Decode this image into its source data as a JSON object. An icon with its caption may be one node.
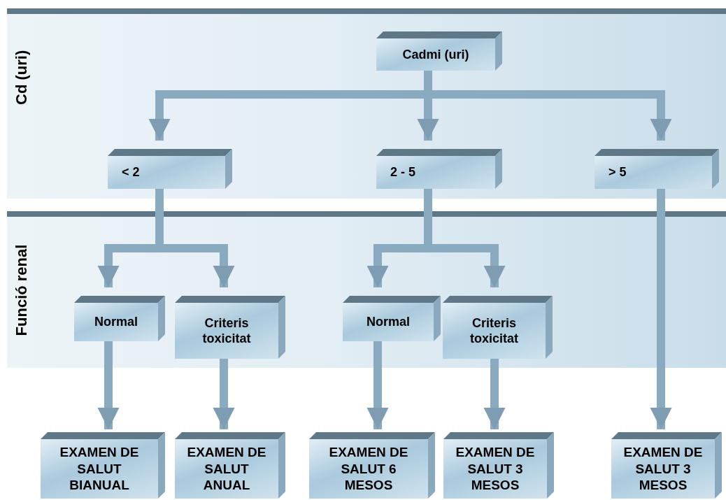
{
  "diagram": {
    "nodes": [
      {
        "text": [
          "Cd (uri)"
        ]
      },
      {
        "text": [
          "Funció renal"
        ]
      },
      {
        "text": [
          "Cadmi (uri)"
        ],
        "in": 0
      },
      {
        "text": [
          "< 2"
        ],
        "in": 0
      },
      {
        "text": [
          "2 - 5"
        ],
        "in": 0
      },
      {
        "text": [
          "> 5"
        ],
        "in": 0
      },
      {
        "text": [
          "Normal"
        ],
        "in": 1
      },
      {
        "text": [
          "Criteris toxicitat"
        ],
        "in": 1
      },
      {
        "text": [
          "Normal"
        ],
        "in": 1
      },
      {
        "text": [
          "Criteris toxicitat"
        ],
        "in": 1
      },
      {
        "text": [
          "EXAMEN DE SALUT BIANUAL"
        ]
      },
      {
        "text": [
          "EXAMEN DE SALUT ANUAL"
        ]
      },
      {
        "text": [
          "EXAMEN DE SALUT 6 MESOS"
        ]
      },
      {
        "text": [
          "EXAMEN DE SALUT 3 MESOS"
        ]
      },
      {
        "text": [
          "EXAMEN DE SALUT 3 MESOS"
        ]
      }
    ],
    "edges": [
      {
        "from": 2,
        "to": 3,
        "arrow": "to"
      },
      {
        "from": 2,
        "to": 4,
        "arrow": "to"
      },
      {
        "from": 2,
        "to": 5,
        "arrow": "to"
      },
      {
        "from": 3,
        "to": 6,
        "arrow": "to"
      },
      {
        "from": 3,
        "to": 7,
        "arrow": "to"
      },
      {
        "from": 4,
        "to": 8,
        "arrow": "to"
      },
      {
        "from": 4,
        "to": 9,
        "arrow": "to"
      },
      {
        "from": 6,
        "to": 10,
        "arrow": "to"
      },
      {
        "from": 7,
        "to": 11,
        "arrow": "to"
      },
      {
        "from": 8,
        "to": 12,
        "arrow": "to"
      },
      {
        "from": 9,
        "to": 13,
        "arrow": "to"
      },
      {
        "from": 5,
        "to": 14,
        "arrow": "to"
      }
    ]
  }
}
